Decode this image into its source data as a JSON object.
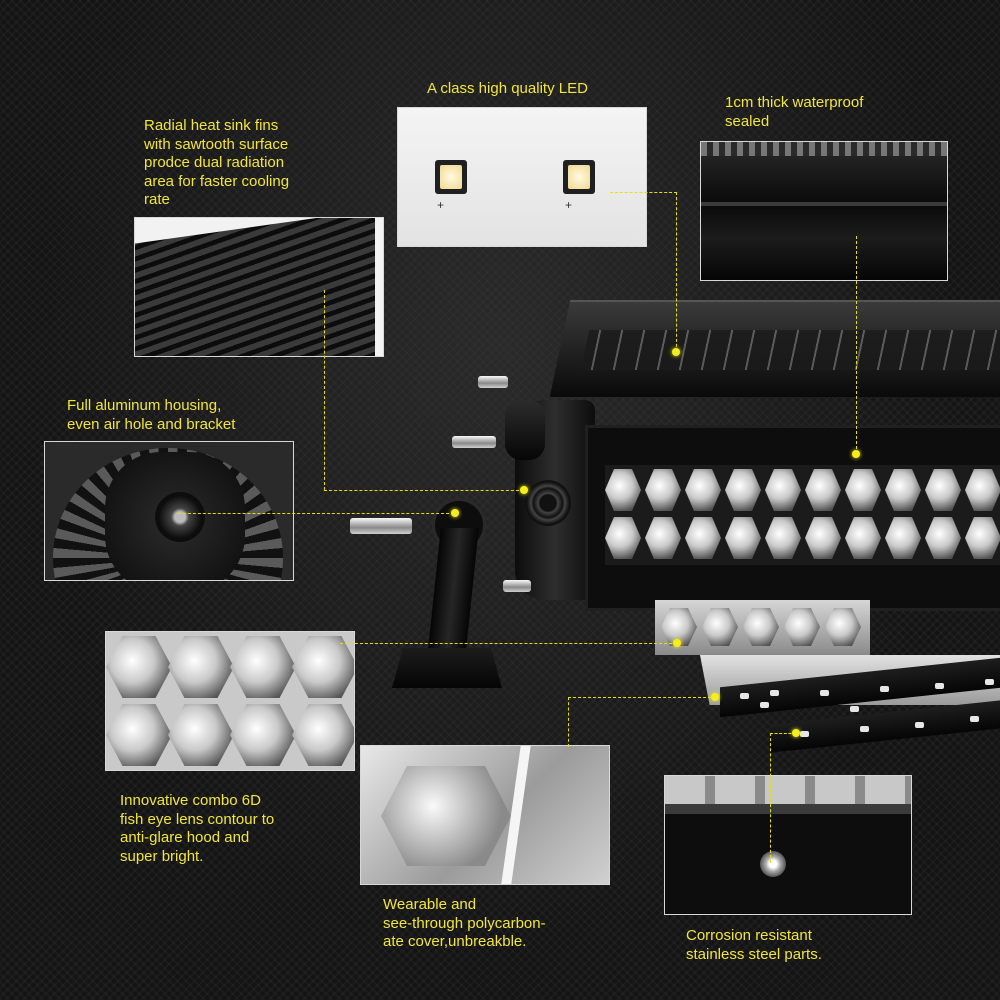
{
  "captions": {
    "led": "A class high quality LED",
    "waterproof": "1cm thick waterproof\nsealed",
    "heatsink": "Radial heat sink fins\nwith sawtooth surface\nprodce dual radiation\narea for faster cooling\n rate",
    "housing": "Full aluminum housing,\neven air hole and bracket",
    "lens": "Innovative combo 6D\nfish eye lens contour to\nanti-glare hood and\nsuper bright.",
    "cover": "Wearable and\nsee-through polycarbon-\nate cover,unbreakble.",
    "steel": "Corrosion resistant\n stainless steel parts."
  },
  "led_markers": [
    "+",
    "+"
  ],
  "colors": {
    "caption": "#f2e63c",
    "leader_line": "#e8e000",
    "background": "#141414"
  }
}
